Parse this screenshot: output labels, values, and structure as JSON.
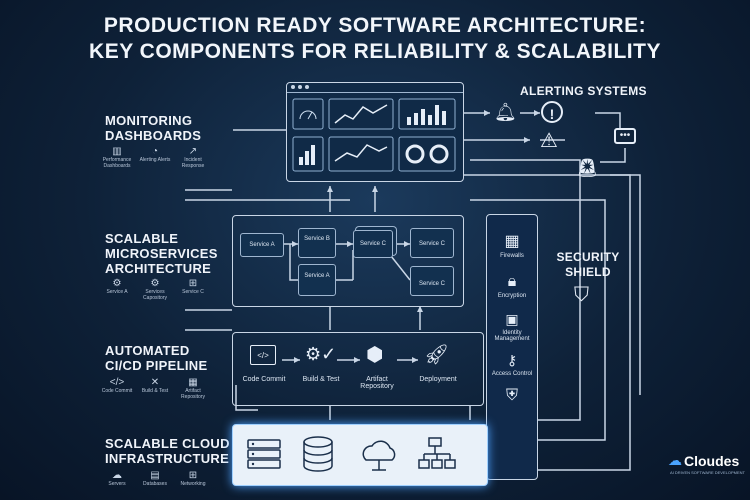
{
  "title": {
    "line1": "PRODUCTION READY SOFTWARE ARCHITECTURE:",
    "line2": "KEY COMPONENTS FOR RELIABILITY & SCALABILITY"
  },
  "monitoring": {
    "title": "MONITORING DASHBOARDS",
    "items": [
      {
        "icon": "bar-chart-icon",
        "label": "Performance Dashboards"
      },
      {
        "icon": "clock-icon",
        "label": "Alerting Alerts"
      },
      {
        "icon": "line-chart-icon",
        "label": "Incident Response"
      }
    ]
  },
  "alerting": {
    "title": "ALERTING SYSTEMS"
  },
  "microservices": {
    "title": "SCALABLE MICROSERVICES ARCHITECTURE",
    "items": [
      {
        "icon": "gear-icon",
        "label": "Service A"
      },
      {
        "icon": "gear-icon",
        "label": "Services Capository"
      },
      {
        "icon": "network-icon",
        "label": "Service C"
      }
    ],
    "services": [
      "Service A",
      "Service B",
      "Service C",
      "Service C",
      "Service A",
      "Service C"
    ]
  },
  "security": {
    "title": "SECURITY SHIELD",
    "items": [
      "Firewalls",
      "Encryption",
      "Identity Management",
      "Access Control"
    ]
  },
  "cicd": {
    "title": "AUTOMATED CI/CD PIPELINE",
    "items": [
      {
        "icon": "code-icon",
        "label": "Code Commit"
      },
      {
        "icon": "wrench-icon",
        "label": "Build & Test"
      },
      {
        "icon": "package-icon",
        "label": "Artifact Repository"
      }
    ],
    "stages": [
      "Code Commit",
      "Build & Test",
      "Artifact Repository",
      "Deployment"
    ]
  },
  "cloud": {
    "title": "SCALABLE CLOUD INFRASTRUCTURE",
    "items": [
      {
        "icon": "cloud-icon",
        "label": "Servers"
      },
      {
        "icon": "database-icon",
        "label": "Databases"
      },
      {
        "icon": "network-icon",
        "label": "Networking"
      }
    ]
  },
  "brand": {
    "name": "Cloudes",
    "tagline": "AI DRIVEN SOFTWARE DEVELOPMENT"
  }
}
